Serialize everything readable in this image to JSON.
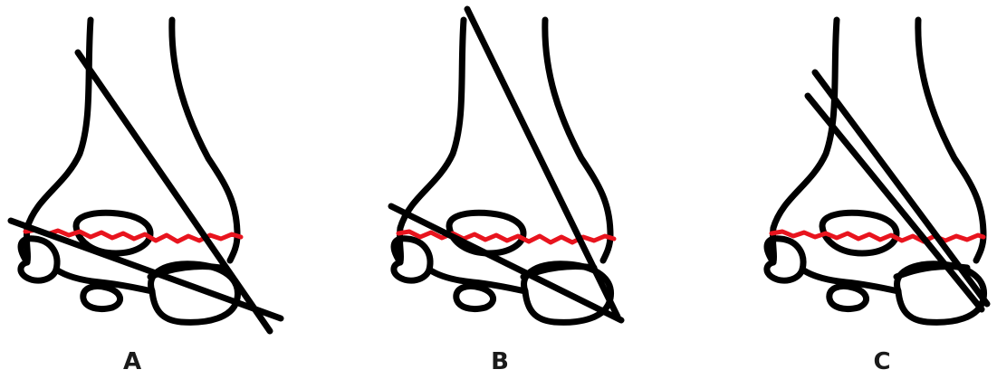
{
  "figure": {
    "panels": [
      {
        "label": "A"
      },
      {
        "label": "B"
      },
      {
        "label": "C"
      }
    ],
    "colors": {
      "outline": "#000000",
      "fracture_line": "#e8141e",
      "background": "#ffffff"
    }
  }
}
